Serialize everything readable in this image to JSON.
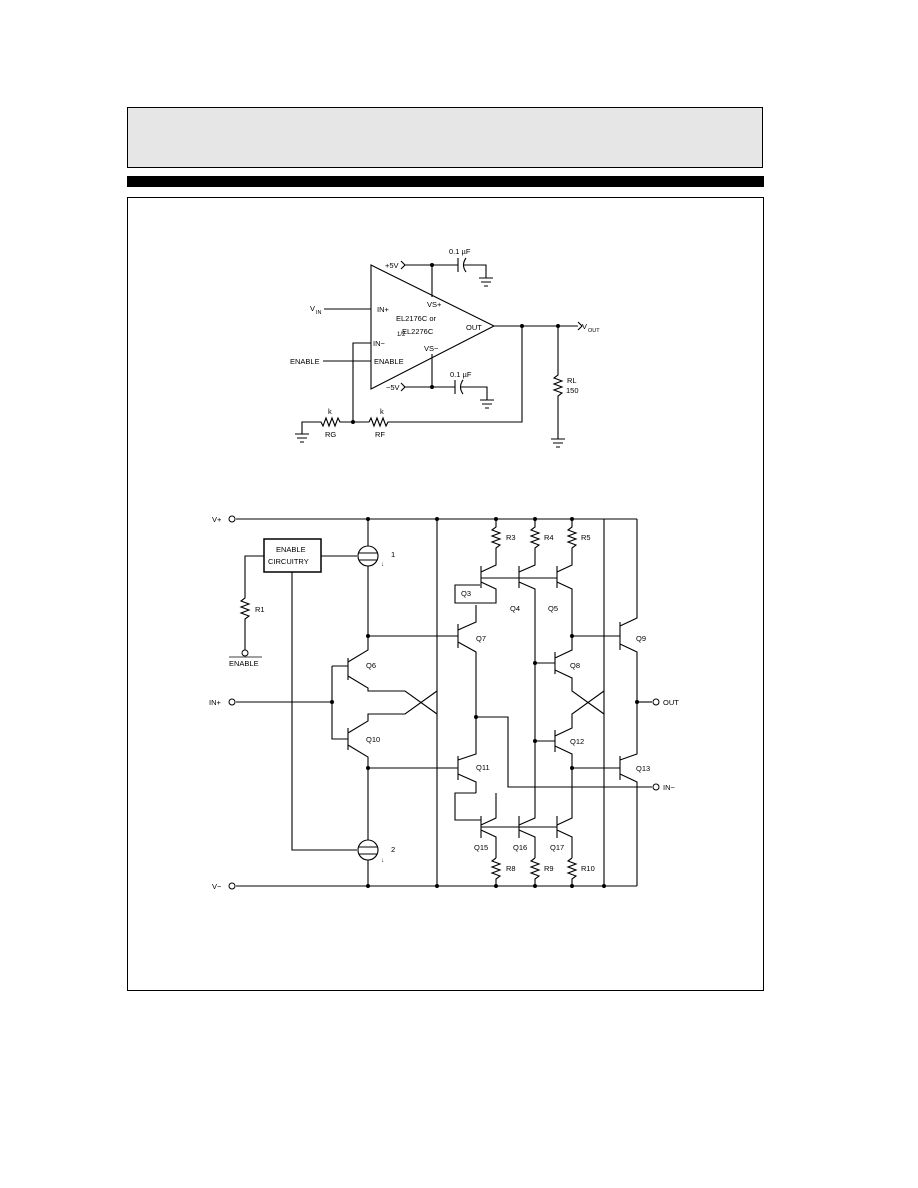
{
  "top": {
    "labels": {
      "vin": "V",
      "vin_sub": "IN",
      "enable": "ENABLE",
      "inplus": "IN+",
      "inminus": "IN−",
      "enable_pin": "ENABLE",
      "vsplus": "VS+",
      "vsminus": "VS−",
      "part1": "EL2176C or",
      "part_half": "1/2",
      "part2": "EL2276C",
      "out_pin": "OUT",
      "plus5": "+5V",
      "minus5": "−5V",
      "cap1": "0.1 µF",
      "cap2": "0.1 µF",
      "vout": "V",
      "vout_sub": "OUT",
      "rl1": "RL",
      "rl2": "150",
      "rg_k": "k",
      "rg": "RG",
      "rf_k": "k",
      "rf": "RF"
    }
  },
  "schematic": {
    "labels": {
      "vplus": "V+",
      "vminus": "V−",
      "in_plus": "IN+",
      "in_minus": "IN−",
      "out": "OUT",
      "enable_bar": "ENABLE",
      "enable_box1": "ENABLE",
      "enable_box2": "CIRCUITRY",
      "r1": "R1",
      "r3": "R3",
      "r4": "R4",
      "r5": "R5",
      "r8": "R8",
      "r9": "R9",
      "r10": "R10",
      "i1": "1",
      "i2": "2",
      "q3": "Q3",
      "q4": "Q4",
      "q5": "Q5",
      "q6": "Q6",
      "q7": "Q7",
      "q8": "Q8",
      "q9": "Q9",
      "q10": "Q10",
      "q11": "Q11",
      "q12": "Q12",
      "q13": "Q13",
      "q15": "Q15",
      "q16": "Q16",
      "q17": "Q17"
    }
  }
}
